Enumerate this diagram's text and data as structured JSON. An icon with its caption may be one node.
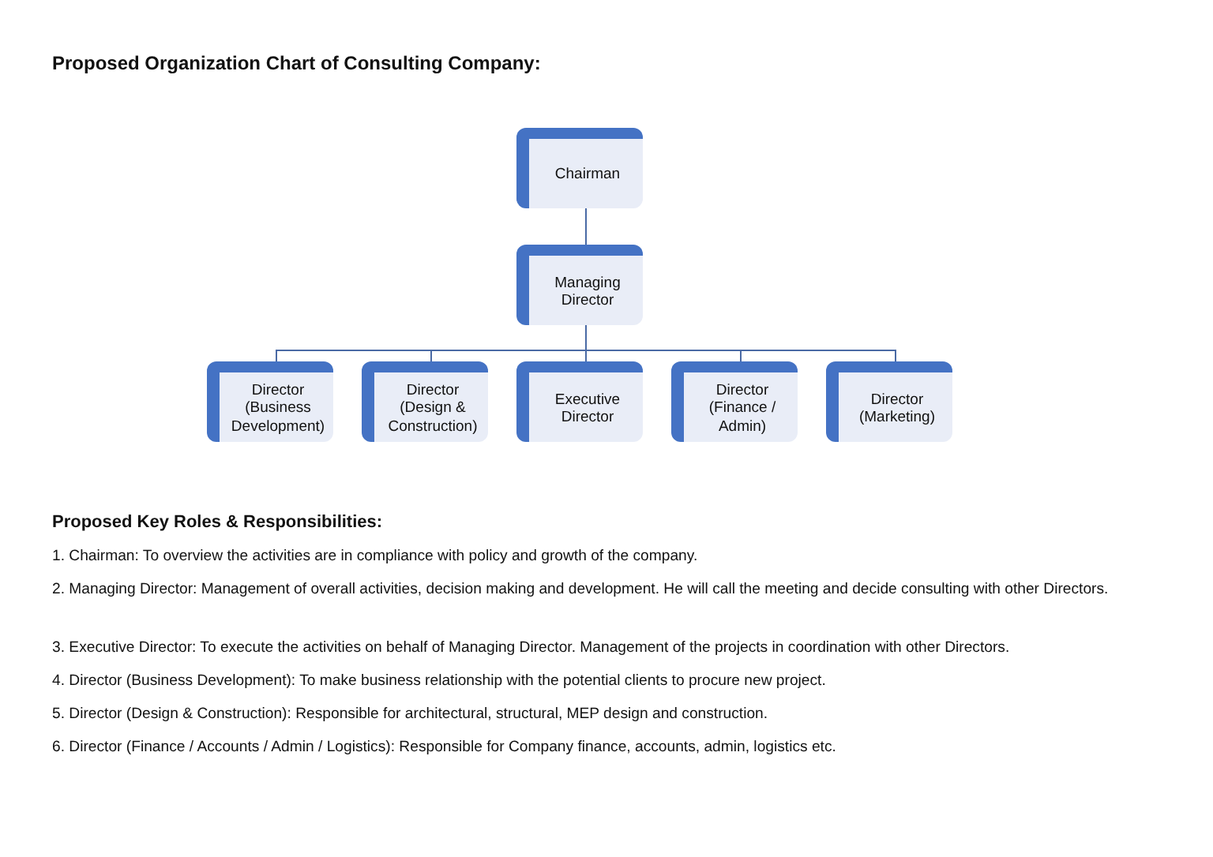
{
  "diagram": {
    "title": "Proposed Organization Chart of Consulting Company:",
    "nodes": [
      {
        "text": [
          "Chairman"
        ]
      },
      {
        "text": [
          "Managing Director"
        ]
      },
      {
        "text": [
          "Director (Business Development)"
        ]
      },
      {
        "text": [
          "Director (Design & Construction)"
        ]
      },
      {
        "text": [
          "Executive Director"
        ]
      },
      {
        "text": [
          "Director (Finance / Admin)"
        ]
      },
      {
        "text": [
          "Director (Marketing)"
        ]
      }
    ],
    "edges": [
      {
        "from": 0,
        "to": 1,
        "arrow": "none"
      },
      {
        "from": 1,
        "to": 2,
        "arrow": "none"
      },
      {
        "from": 1,
        "to": 3,
        "arrow": "none"
      },
      {
        "from": 1,
        "to": 4,
        "arrow": "none"
      },
      {
        "from": 1,
        "to": 5,
        "arrow": "none"
      },
      {
        "from": 1,
        "to": 6,
        "arrow": "none"
      }
    ],
    "labels": [
      "Proposed Key Roles & Responsibilities:",
      "1. Chairman: To overview the activities are in compliance with policy and growth of the company.",
      "2. Managing Director: Management of overall activities, decision making and development. He will call the meeting and decide consulting with other Directors.",
      "3. Executive Director: To execute the activities on behalf of Managing Director. Management of the projects in coordination with other Directors.",
      "4. Director (Business Development): To make business relationship with the potential clients to procure new project.",
      "5. Director (Design & Construction): Responsible for architectural, structural, MEP design and construction.",
      "6. Director (Finance / Accounts / Admin / Logistics): Responsible for Company finance, accounts, admin, logistics etc."
    ]
  }
}
